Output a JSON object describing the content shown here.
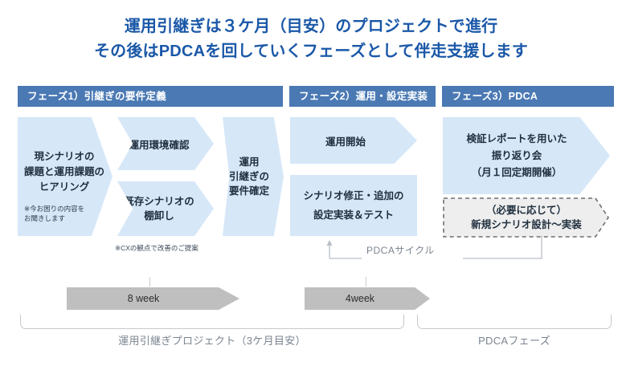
{
  "title": {
    "line1": "運用引継ぎは３ケ月（目安）のプロジェクトで進行",
    "line2": "その後はPDCAを回していくフェーズとして伴走支援します",
    "color": "#1a58a8"
  },
  "colors": {
    "header_bar": "#4a79b4",
    "box_fill": "#d6e7f8",
    "dashed_box_fill": "#eeeeee",
    "week_bar": "#bfbfbf",
    "muted_text": "#7b8490"
  },
  "phases": [
    {
      "id": "phase1",
      "header": "フェーズ1）引継ぎの要件定義",
      "boxes": [
        {
          "name": "hearing",
          "text": "現シナリオの\n課題と運用課題の\nヒアリング",
          "note": "※今お困りの内容を\nお聞きします"
        },
        {
          "name": "env-check",
          "text": "運用環境確認"
        },
        {
          "name": "scenario-inventory",
          "text": "既存シナリオの\n棚卸し"
        },
        {
          "name": "requirements-fix",
          "text": "運用\n引継ぎの\n要件確定"
        }
      ],
      "footnote": "※CXの観点で改善のご提案"
    },
    {
      "id": "phase2",
      "header": "フェーズ2）運用・設定実装",
      "boxes": [
        {
          "name": "operation-start",
          "text": "運用開始"
        },
        {
          "name": "scenario-fix-test",
          "text": "シナリオ修正・追加の\n設定実装＆テスト"
        }
      ]
    },
    {
      "id": "phase3",
      "header": "フェーズ3）PDCA",
      "boxes": [
        {
          "name": "review-meeting",
          "text": "検証レポートを用いた\n振り返り会\n（月１回定期開催）"
        },
        {
          "name": "new-scenario-optional",
          "text": "（必要に応じて）\n新規シナリオ設計〜実装",
          "style": "dashed"
        }
      ]
    }
  ],
  "pdca_cycle_label": "PDCAサイクル",
  "timeline": {
    "bars": [
      {
        "name": "8week",
        "label": "8 week"
      },
      {
        "name": "4week",
        "label": "4week"
      }
    ],
    "brackets": [
      {
        "name": "handover-project",
        "label": "運用引継ぎプロジェクト（3ケ月目安）"
      },
      {
        "name": "pdca-phase",
        "label": "PDCAフェーズ"
      }
    ]
  }
}
